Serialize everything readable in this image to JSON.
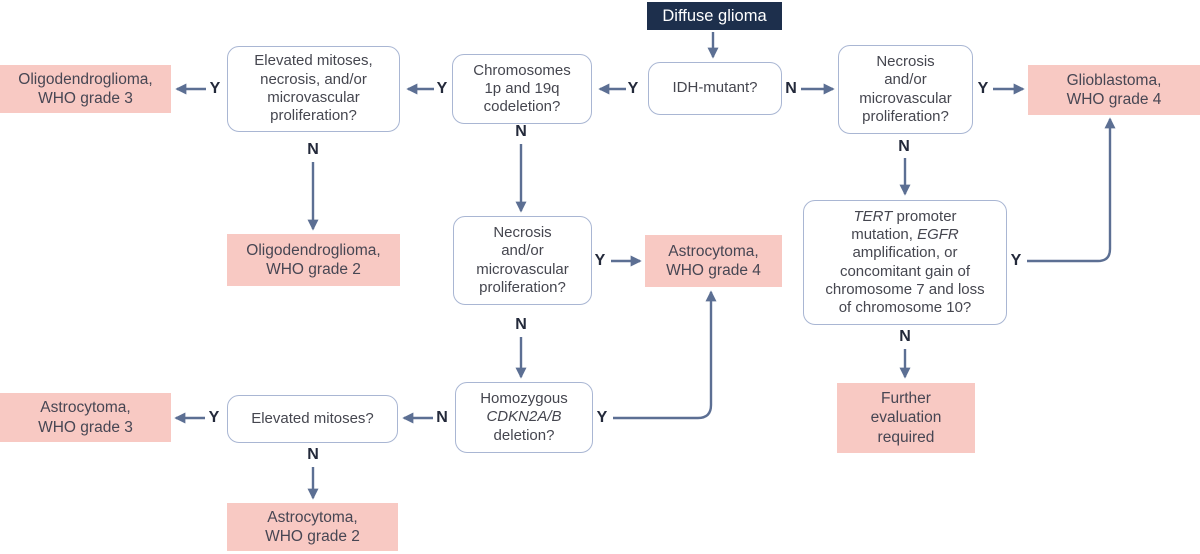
{
  "diagram_title": "Diffuse glioma WHO classification flowchart",
  "colors": {
    "root_fill": "#1d2f4c",
    "root_text": "#ffffff",
    "question_border": "#a9b6d3",
    "question_fill": "#ffffff",
    "question_text": "#45464f",
    "result_fill": "#f8c9c3",
    "result_text": "#474653",
    "arrow": "#5c6f93",
    "label_text": "#23293a"
  },
  "nodes": {
    "start": {
      "text": "Diffuse glioma"
    },
    "idh": {
      "text": "IDH-mutant?"
    },
    "elevated_full": {
      "l1": "Elevated mitoses,",
      "l2": "necrosis, and/or",
      "l3": "microvascular",
      "l4": "proliferation?"
    },
    "chromosomes": {
      "l1": "Chromosomes",
      "l2": "1p and 19q",
      "l3": "codeletion?"
    },
    "necrosis_mid": {
      "l1": "Necrosis",
      "l2": "and/or",
      "l3": "microvascular",
      "l4": "proliferation?"
    },
    "homozygous": {
      "l1": "Homozygous",
      "l2_gene": "CDKN2A/B",
      "l3": "deletion?"
    },
    "elevated_q": {
      "text": "Elevated mitoses?"
    },
    "necrosis_right": {
      "l1": "Necrosis",
      "l2": "and/or",
      "l3": "microvascular",
      "l4": "proliferation?"
    },
    "tert": {
      "l1a": "TERT",
      "l1b": " promoter",
      "l2a": "mutation, ",
      "l2b": "EGFR",
      "l3": "amplification, or",
      "l4": "concomitant gain of",
      "l5": "chromosome 7 and loss",
      "l6": "of chromosome 10?"
    },
    "oligo3": {
      "l1": "Oligodendroglioma,",
      "l2": "WHO grade 3"
    },
    "oligo2": {
      "l1": "Oligodendroglioma,",
      "l2": "WHO grade 2"
    },
    "astro4": {
      "l1": "Astrocytoma,",
      "l2": "WHO grade 4"
    },
    "astro3": {
      "l1": "Astrocytoma,",
      "l2": "WHO grade 3"
    },
    "astro2": {
      "l1": "Astrocytoma,",
      "l2": "WHO grade 2"
    },
    "gbm": {
      "l1": "Glioblastoma,",
      "l2": "WHO grade 4"
    },
    "further": {
      "l1": "Further",
      "l2": "evaluation",
      "l3": "required"
    }
  },
  "edges": {
    "start_to_idh": {
      "from": "Diffuse glioma",
      "to": "IDH-mutant?",
      "label": ""
    },
    "idh_to_chromosomes": {
      "from": "IDH-mutant?",
      "to": "Chromosomes 1p and 19q codeletion?",
      "label": "Y"
    },
    "idh_to_necrosis_right": {
      "from": "IDH-mutant?",
      "to": "Necrosis and/or microvascular proliferation?",
      "label": "N"
    },
    "chromosomes_to_elevated": {
      "from": "Chromosomes 1p and 19q codeletion?",
      "to": "Elevated mitoses, necrosis, and/or microvascular proliferation?",
      "label": "Y"
    },
    "chromosomes_to_necrosis_mid": {
      "from": "Chromosomes 1p and 19q codeletion?",
      "to": "Necrosis and/or microvascular proliferation?",
      "label": "N"
    },
    "elevated_to_oligo3": {
      "from": "Elevated mitoses, necrosis, and/or microvascular proliferation?",
      "to": "Oligodendroglioma, WHO grade 3",
      "label": "Y"
    },
    "elevated_to_oligo2": {
      "from": "Elevated mitoses, necrosis, and/or microvascular proliferation?",
      "to": "Oligodendroglioma, WHO grade 2",
      "label": "N"
    },
    "necrosis_mid_to_astro4": {
      "from": "Necrosis and/or microvascular proliferation?",
      "to": "Astrocytoma, WHO grade 4",
      "label": "Y"
    },
    "necrosis_mid_to_homozygous": {
      "from": "Necrosis and/or microvascular proliferation?",
      "to": "Homozygous CDKN2A/B deletion?",
      "label": "N"
    },
    "homozygous_to_astro4": {
      "from": "Homozygous CDKN2A/B deletion?",
      "to": "Astrocytoma, WHO grade 4",
      "label": "Y"
    },
    "homozygous_to_elevated_q": {
      "from": "Homozygous CDKN2A/B deletion?",
      "to": "Elevated mitoses?",
      "label": "N"
    },
    "elevated_q_to_astro3": {
      "from": "Elevated mitoses?",
      "to": "Astrocytoma, WHO grade 3",
      "label": "Y"
    },
    "elevated_q_to_astro2": {
      "from": "Elevated mitoses?",
      "to": "Astrocytoma, WHO grade 2",
      "label": "N"
    },
    "necrosis_right_to_gbm": {
      "from": "Necrosis and/or microvascular proliferation?",
      "to": "Glioblastoma, WHO grade 4",
      "label": "Y"
    },
    "necrosis_right_to_tert": {
      "from": "Necrosis and/or microvascular proliferation?",
      "to": "TERT promoter mutation, EGFR amplification, or concomitant gain of chromosome 7 and loss of chromosome 10?",
      "label": "N"
    },
    "tert_to_gbm": {
      "from": "TERT promoter mutation question",
      "to": "Glioblastoma, WHO grade 4",
      "label": "Y"
    },
    "tert_to_further": {
      "from": "TERT promoter mutation question",
      "to": "Further evaluation required",
      "label": "N"
    }
  }
}
